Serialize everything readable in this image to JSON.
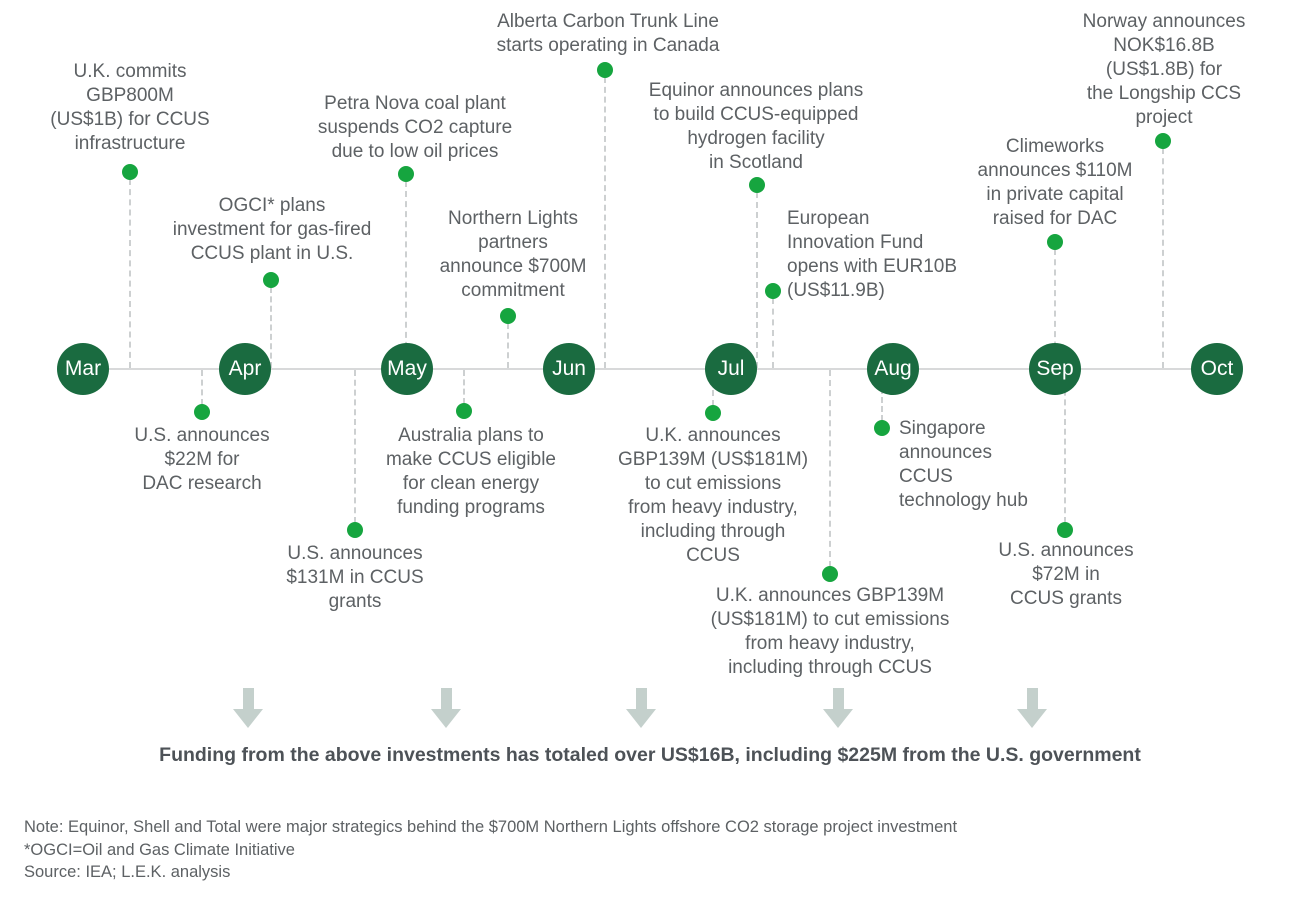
{
  "timeline": {
    "months": [
      "Mar",
      "Apr",
      "May",
      "Jun",
      "Jul",
      "Aug",
      "Sep",
      "Oct"
    ]
  },
  "events_above": [
    {
      "id": "uk-ccus-infrastructure",
      "text": "U.K. commits\nGBP800M\n(US$1B) for CCUS\ninfrastructure"
    },
    {
      "id": "ogci-gas-fired-plant",
      "text": "OGCI* plans\ninvestment for gas-fired\nCCUS plant in U.S."
    },
    {
      "id": "petra-nova-suspends",
      "text": "Petra Nova coal plant\nsuspends CO2 capture\ndue to low oil prices"
    },
    {
      "id": "northern-lights-700m",
      "text": "Northern Lights\npartners\nannounce $700M\ncommitment"
    },
    {
      "id": "alberta-carbon-trunk-line",
      "text": "Alberta Carbon Trunk Line\nstarts operating in Canada"
    },
    {
      "id": "equinor-hydrogen-scotland",
      "text": "Equinor announces plans\nto build CCUS-equipped\nhydrogen facility\nin Scotland"
    },
    {
      "id": "european-innovation-fund",
      "text": "European\nInnovation Fund\nopens with EUR10B\n(US$11.9B)"
    },
    {
      "id": "climeworks-dac-110m",
      "text": "Climeworks\nannounces $110M\nin private capital\nraised for DAC"
    },
    {
      "id": "norway-longship",
      "text": "Norway announces\nNOK$16.8B\n(US$1.8B) for\nthe Longship CCS\nproject"
    }
  ],
  "events_below": [
    {
      "id": "us-22m-dac-research",
      "text": "U.S. announces\n$22M for\nDAC research"
    },
    {
      "id": "us-131m-ccus-grants",
      "text": "U.S. announces\n$131M in CCUS\ngrants"
    },
    {
      "id": "australia-ccus-eligible",
      "text": "Australia plans to\nmake CCUS eligible\nfor clean energy\nfunding programs"
    },
    {
      "id": "uk-gbp139m-first",
      "text": "U.K. announces\nGBP139M (US$181M)\nto cut emissions\nfrom heavy industry,\nincluding through\nCCUS"
    },
    {
      "id": "singapore-ccus-hub",
      "text": "Singapore\nannounces\nCCUS\ntechnology hub"
    },
    {
      "id": "uk-gbp139m-second",
      "text": "U.K. announces GBP139M\n(US$181M) to cut emissions\nfrom heavy industry,\nincluding through CCUS"
    },
    {
      "id": "us-72m-ccus-grants",
      "text": "U.S. announces\n$72M in\nCCUS grants"
    }
  ],
  "summary": "Funding from the above investments has totaled over US$16B, including $225M from the U.S. government",
  "footnotes": [
    "Note: Equinor, Shell and Total were major strategics behind the $700M Northern Lights offshore CO2 storage project investment",
    "*OGCI=Oil and Gas Climate Initiative",
    "Source: IEA; L.E.K. analysis"
  ],
  "colors": {
    "month_node": "#1a6b40",
    "event_dot": "#16a53f",
    "dash_line": "#cdd0d1",
    "arrow": "#c4d0cc",
    "text_gray": "#5d6164",
    "summary_text": "#4d5257"
  }
}
